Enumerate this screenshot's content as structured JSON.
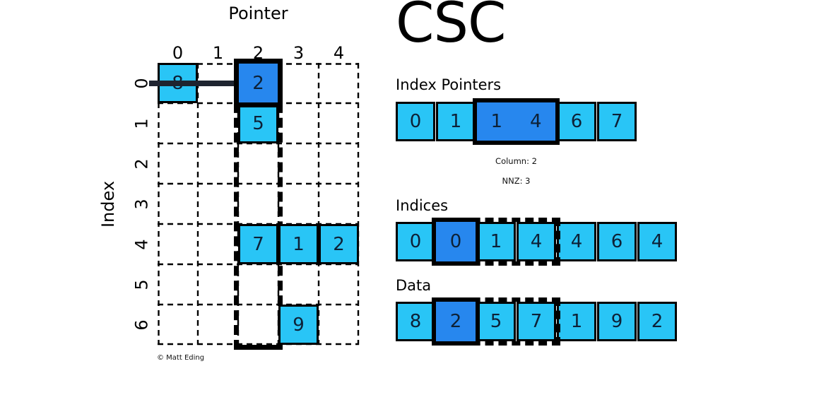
{
  "title": "CSC",
  "credit": "© Matt Eding",
  "colors": {
    "cyan": "#29c5f6",
    "active_blue": "#2787ee",
    "pointer_line": "#1e2430",
    "border": "#000000",
    "digit": "#0d2137"
  },
  "matrix": {
    "pointer_axis_label": "Pointer",
    "index_axis_label": "Index",
    "col_labels": [
      "0",
      "1",
      "2",
      "3",
      "4"
    ],
    "row_labels": [
      "0",
      "1",
      "2",
      "3",
      "4",
      "5",
      "6"
    ],
    "highlighted_column": "2",
    "cells": [
      {
        "row": 0,
        "col": 0,
        "value": "8"
      },
      {
        "row": 0,
        "col": 2,
        "value": "2",
        "active": true
      },
      {
        "row": 1,
        "col": 2,
        "value": "5"
      },
      {
        "row": 4,
        "col": 2,
        "value": "7"
      },
      {
        "row": 4,
        "col": 3,
        "value": "1"
      },
      {
        "row": 4,
        "col": 4,
        "value": "2"
      },
      {
        "row": 6,
        "col": 3,
        "value": "9"
      }
    ]
  },
  "index_pointers": {
    "label": "Index Pointers",
    "values": [
      "0",
      "1",
      "1",
      "4",
      "6",
      "7"
    ],
    "highlighted_slice": [
      2,
      3
    ]
  },
  "status": {
    "column_text": "Column: 2",
    "nnz_text": "NNZ: 3"
  },
  "indices": {
    "label": "Indices",
    "values": [
      "0",
      "0",
      "1",
      "4",
      "4",
      "6",
      "4"
    ],
    "active_index": 1,
    "highlighted_slice": [
      1,
      3
    ]
  },
  "data_section": {
    "label": "Data",
    "values": [
      "8",
      "2",
      "5",
      "7",
      "1",
      "9",
      "2"
    ],
    "active_index": 1,
    "highlighted_slice": [
      1,
      3
    ]
  }
}
